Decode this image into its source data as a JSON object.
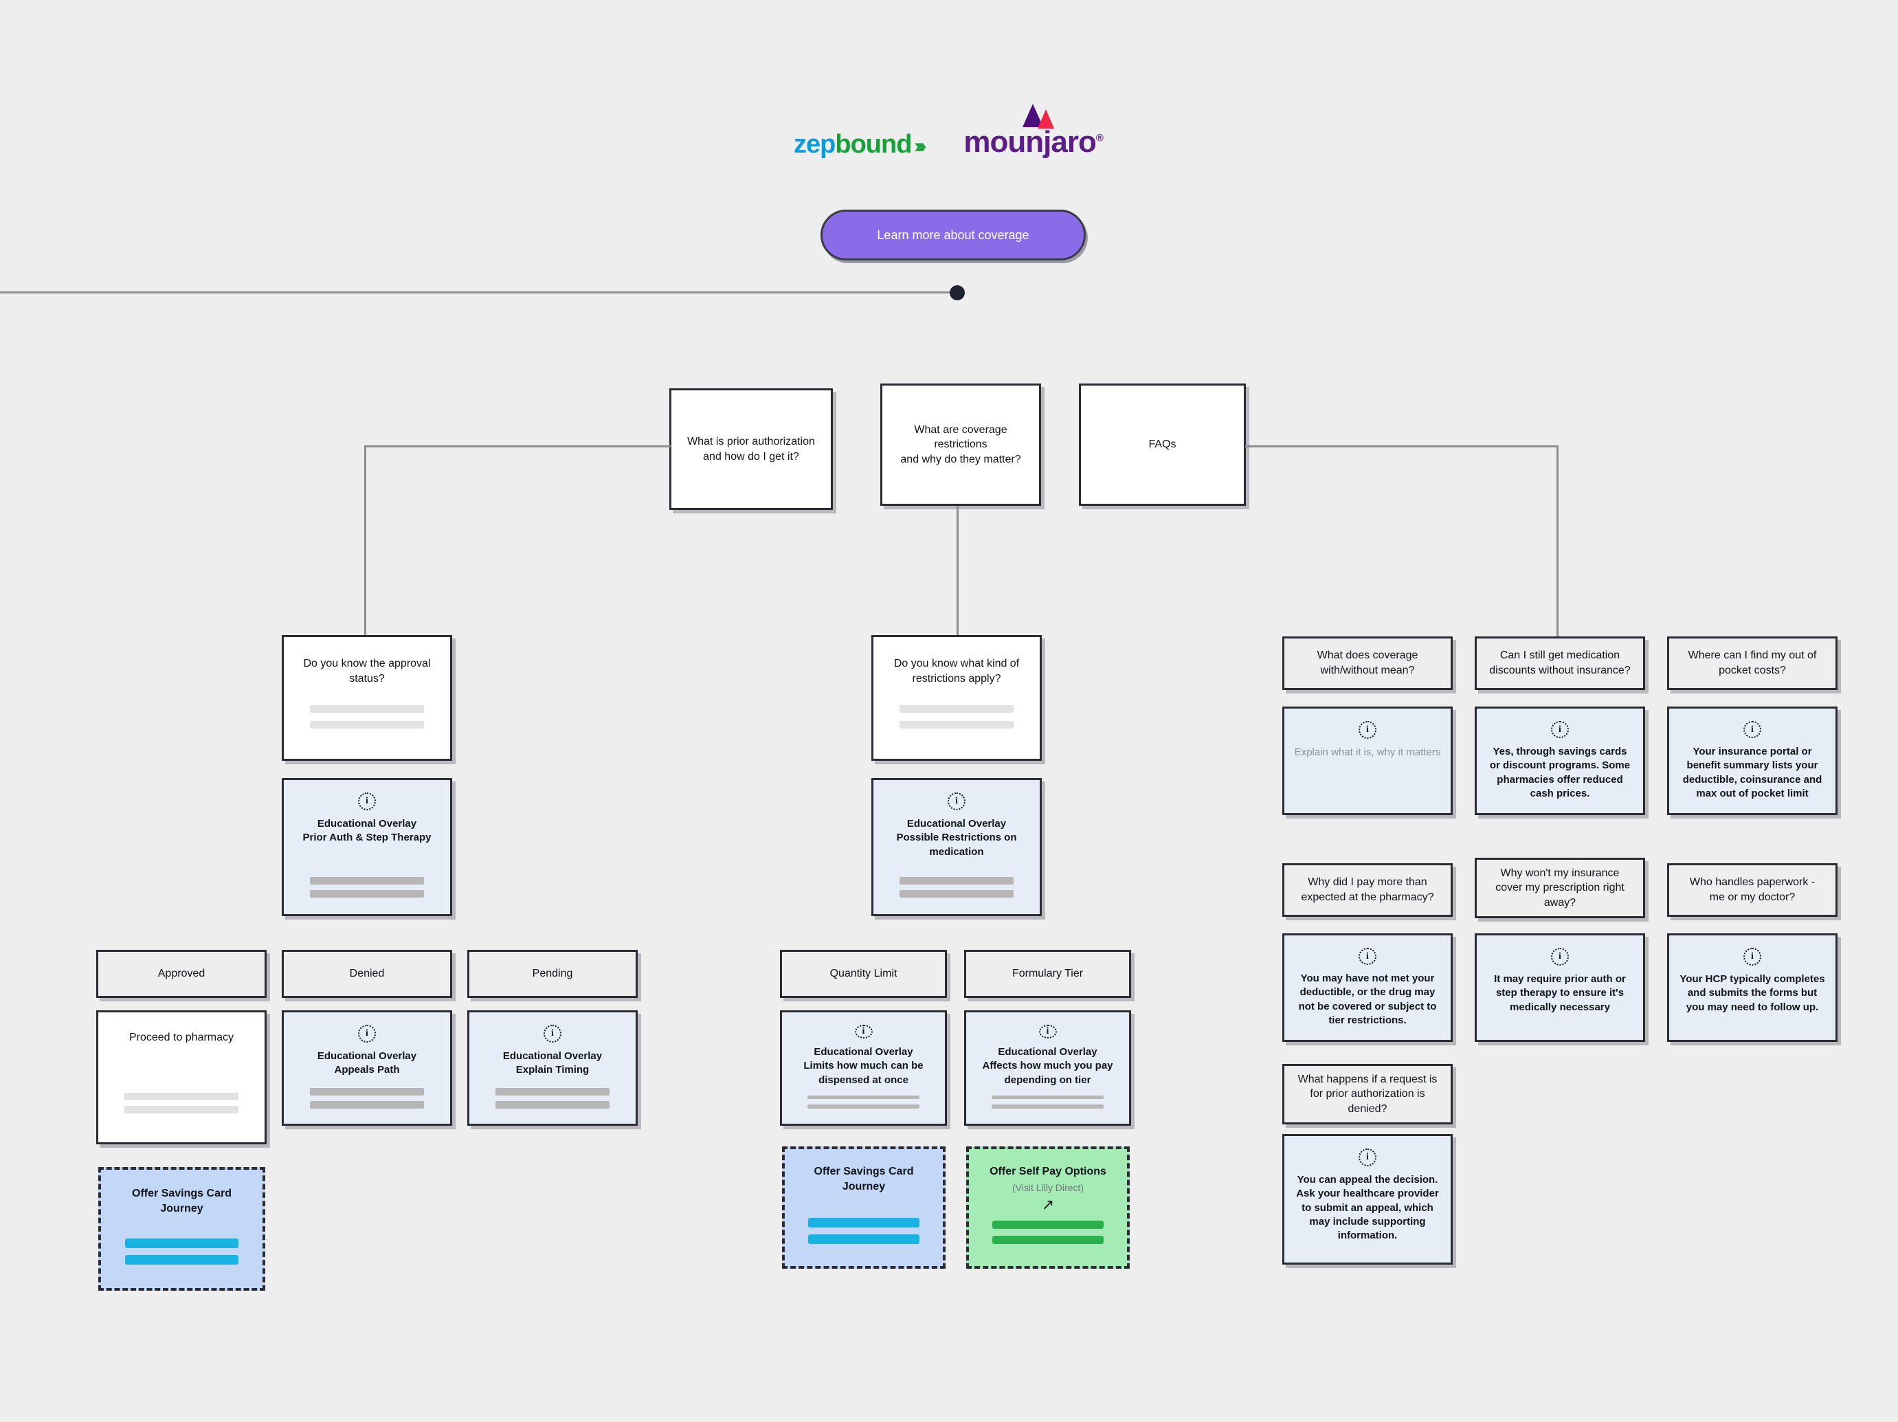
{
  "brand": {
    "zepbound": {
      "part1": "zep",
      "part2": "bound",
      "arrows": "›››"
    },
    "mounjaro": {
      "name": "mounjaro",
      "reg": "®"
    }
  },
  "cta": {
    "label": "Learn more about coverage"
  },
  "top_nodes": [
    {
      "id": "prior-auth",
      "label": "What is prior authorization\nand how do I get it?"
    },
    {
      "id": "coverage-restrictions",
      "label": "What are coverage\nrestrictions\nand why do they matter?"
    },
    {
      "id": "faqs",
      "label": "FAQs"
    }
  ],
  "branch_left": {
    "question": {
      "label": "Do you know the approval\nstatus?"
    },
    "overlay": {
      "icon": "info-icon",
      "line1": "Educational Overlay",
      "line2": "Prior Auth & Step Therapy"
    },
    "outcomes": [
      {
        "label": "Approved"
      },
      {
        "label": "Denied"
      },
      {
        "label": "Pending"
      }
    ],
    "details": [
      {
        "type": "plain",
        "label": "Proceed to pharmacy"
      },
      {
        "type": "overlay",
        "icon": "info-icon",
        "line1": "Educational Overlay",
        "line2": "Appeals Path"
      },
      {
        "type": "overlay",
        "icon": "info-icon",
        "line1": "Educational Overlay",
        "line2": "Explain Timing"
      }
    ],
    "offer": {
      "line1": "Offer Savings Card",
      "line2": "Journey",
      "variant": "blue"
    }
  },
  "branch_middle": {
    "question": {
      "label": "Do you know what kind of\nrestrictions apply?"
    },
    "overlay": {
      "icon": "info-icon",
      "line1": "Educational Overlay",
      "line2": "Possible Restrictions on",
      "line3": "medication"
    },
    "outcomes": [
      {
        "label": "Quantity Limit"
      },
      {
        "label": "Formulary Tier"
      }
    ],
    "details": [
      {
        "icon": "info-icon",
        "line1": "Educational Overlay",
        "line2": "Limits how much can be",
        "line3": "dispensed at once"
      },
      {
        "icon": "info-icon",
        "line1": "Educational Overlay",
        "line2": "Affects how much you pay",
        "line3": "depending on tier"
      }
    ],
    "offers": [
      {
        "line1": "Offer Savings Card",
        "line2": "Journey",
        "sub": "",
        "variant": "blue",
        "external": false
      },
      {
        "line1": "Offer Self Pay Options",
        "line2": "",
        "sub": "(Visit Lilly Direct)",
        "variant": "green",
        "external": true,
        "external_icon": "external-link-icon"
      }
    ]
  },
  "faq": {
    "rows": [
      [
        {
          "question": "What does coverage\nwith/without mean?",
          "icon": "info-icon",
          "answer": "Explain what it is, why it matters",
          "answer_style": "faint"
        },
        {
          "question": "Can I still get medication\ndiscounts without insurance?",
          "icon": "info-icon",
          "answer": "Yes, through savings cards or discount programs. Some pharmacies offer reduced cash prices.",
          "answer_style": "bold"
        },
        {
          "question": "Where can I find my out of\npocket costs?",
          "icon": "info-icon",
          "answer": "Your insurance portal or benefit summary lists your deductible, coinsurance and max out of pocket limit",
          "answer_style": "bold"
        }
      ],
      [
        {
          "question": "Why did I pay more than\nexpected at the pharmacy?",
          "icon": "info-icon",
          "answer": "You may have not met your deductible, or the drug may not be covered or subject to tier restrictions.",
          "answer_style": "bold"
        },
        {
          "question": "Why won't my insurance\ncover my prescription right\naway?",
          "icon": "info-icon",
          "answer": "It may require prior auth or step therapy to ensure it's medically necessary",
          "answer_style": "bold"
        },
        {
          "question": "Who handles paperwork -\nme or my doctor?",
          "icon": "info-icon",
          "answer": "Your HCP typically completes and submits the forms but you may need to follow up.",
          "answer_style": "bold"
        }
      ],
      [
        {
          "question": "What happens if a request is\nfor prior authorization is\ndenied?",
          "icon": "info-icon",
          "answer": "You can appeal the decision. Ask your healthcare provider to submit an appeal, which may include supporting information.",
          "answer_style": "bold"
        }
      ]
    ]
  },
  "colors": {
    "canvas": "#eeeeee",
    "cta": "#8b6ce8",
    "overlay_bg": "#e7edf6",
    "savings_blue": "#c3d8f7",
    "savings_blue_bar": "#18b2e3",
    "selfpay_green": "#a5ebb6",
    "selfpay_green_bar": "#2cb04e",
    "zepbound_blue": "#0a9bdc",
    "zepbound_green": "#18a03a",
    "mounjaro_purple": "#5b1e86",
    "mounjaro_red": "#f0264a",
    "border": "#2b2b33",
    "connector": "#8c8c8c"
  }
}
